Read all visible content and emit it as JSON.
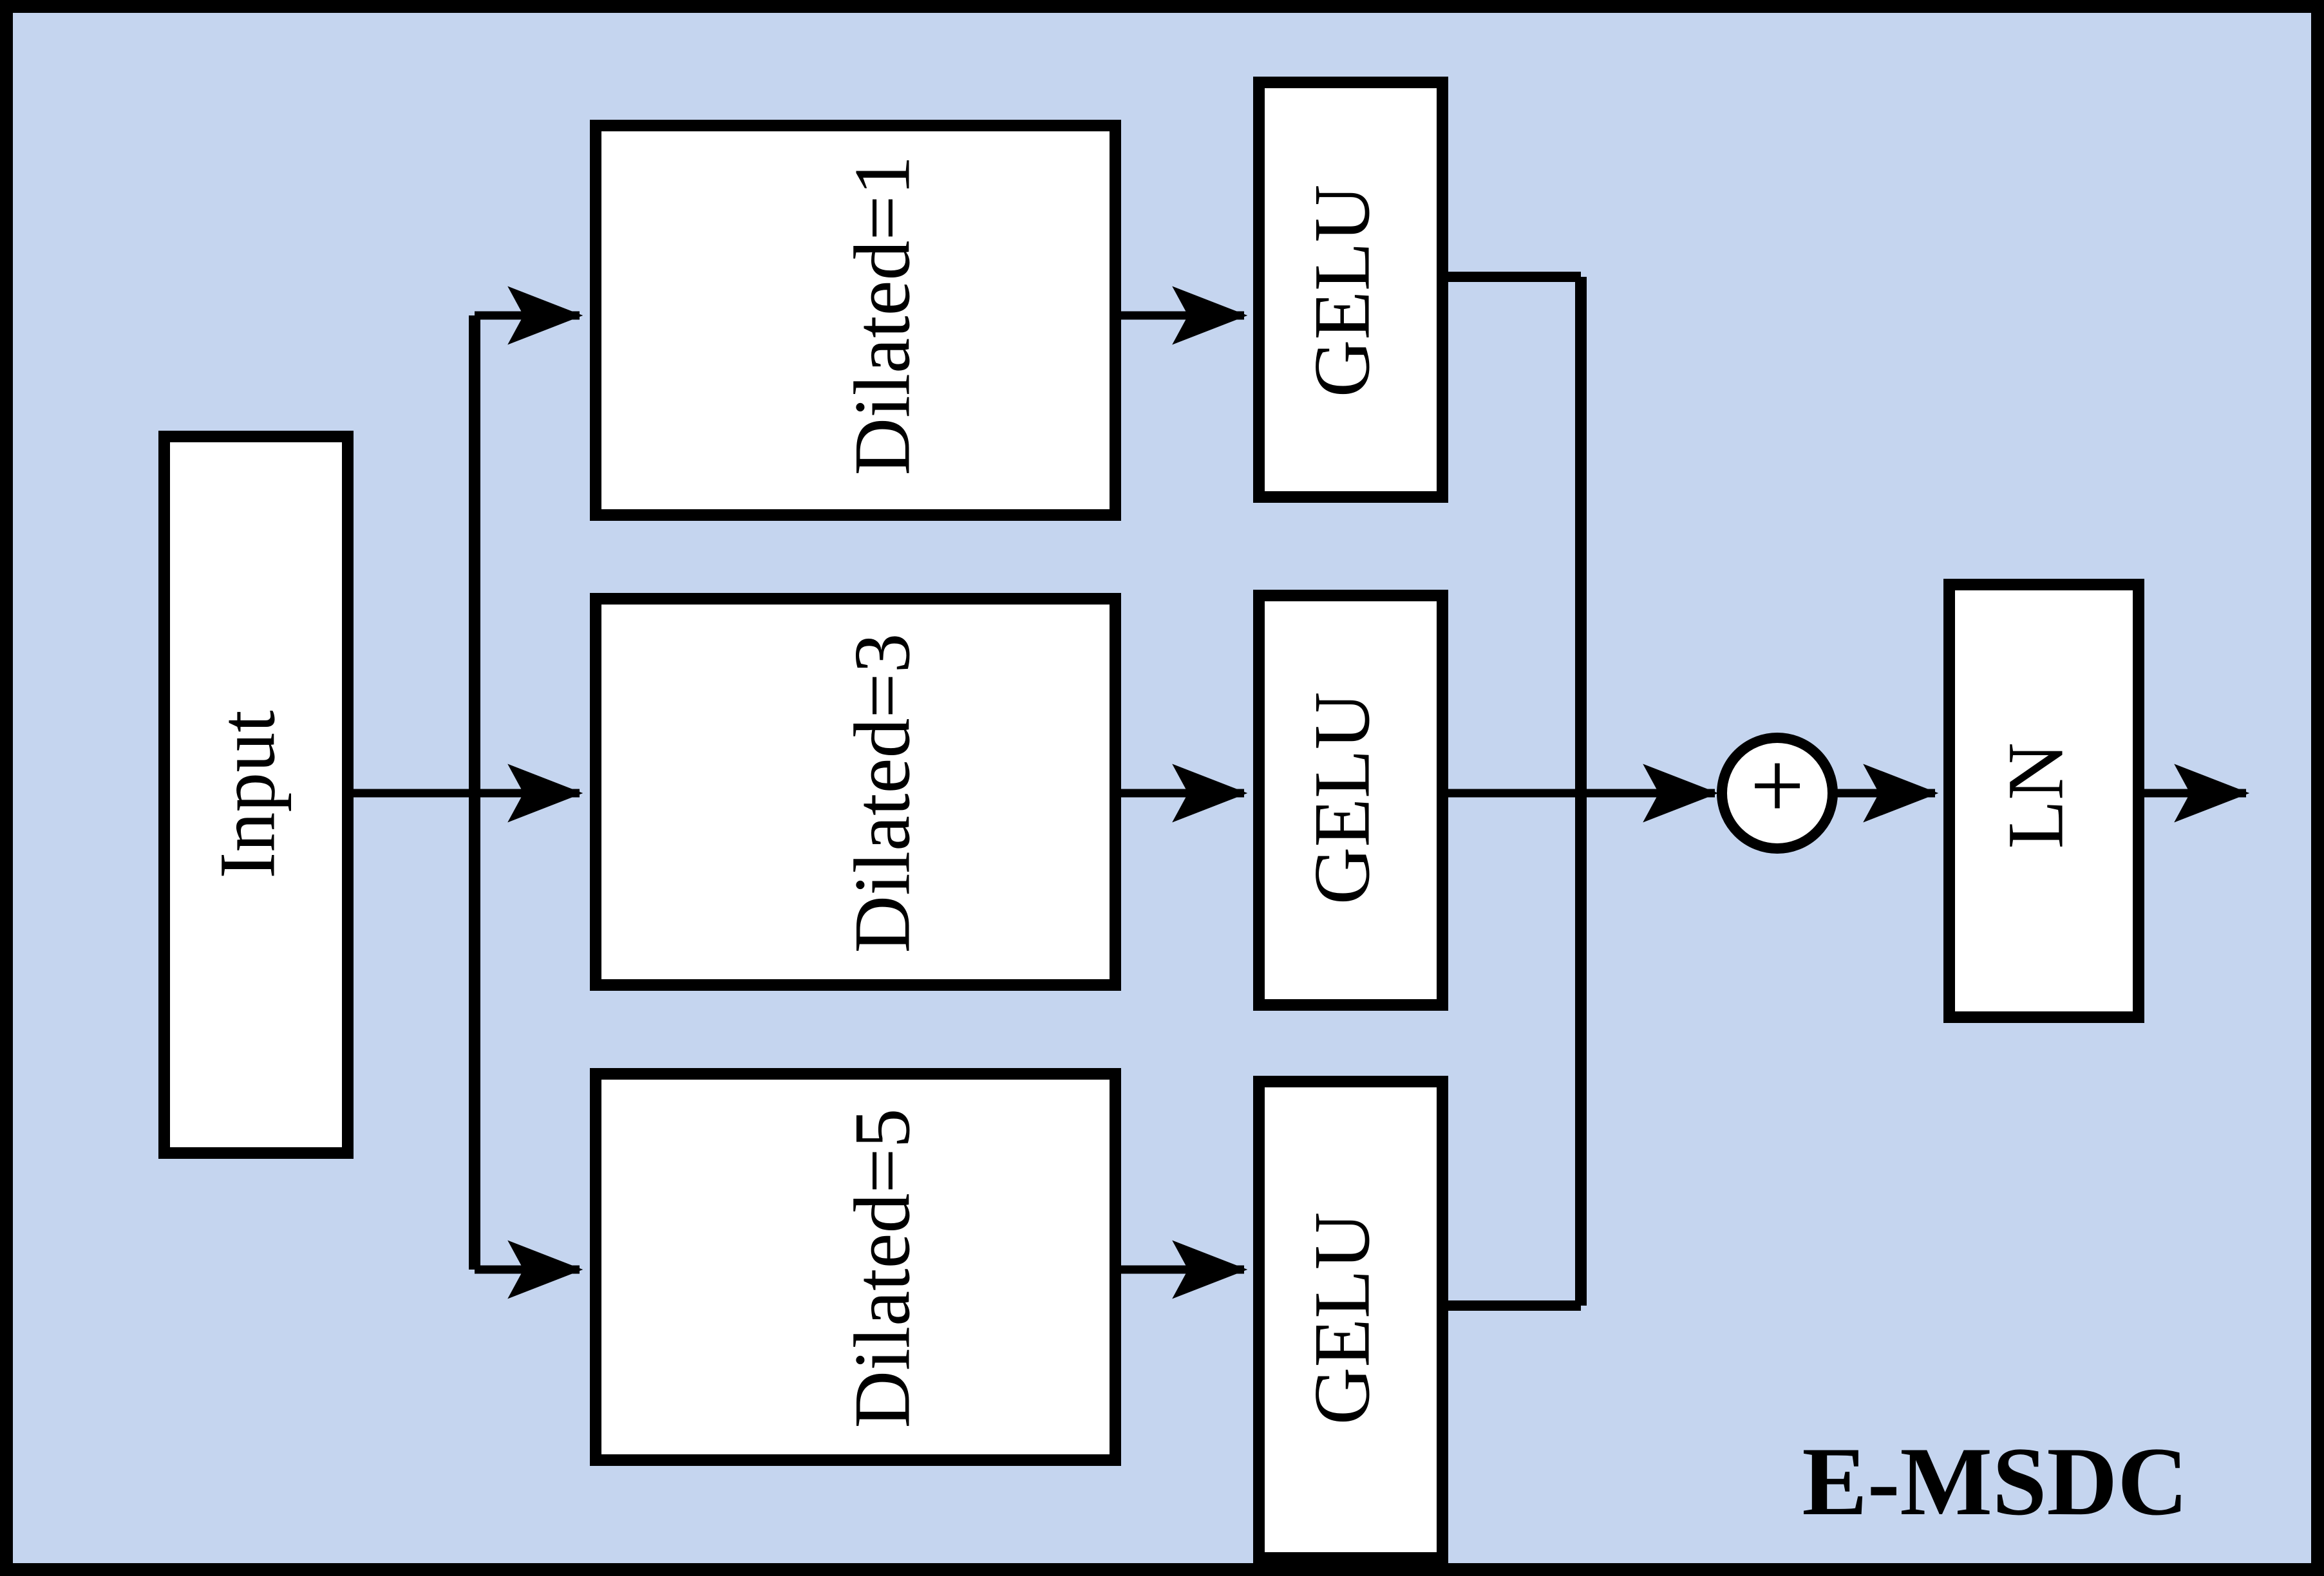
{
  "figure": {
    "caption": "E-MSDC",
    "background_color": "#c5d5ef",
    "border_color": "#000000",
    "box_fill": "#ffffff",
    "stroke_color": "#000000"
  },
  "blocks": {
    "input": {
      "label": "Input",
      "name": "input-block"
    },
    "branches": [
      {
        "conv_label": "Dilated=1",
        "activation_label": "GELU"
      },
      {
        "conv_label": "Dilated=3",
        "activation_label": "GELU"
      },
      {
        "conv_label": "Dilated=5",
        "activation_label": "GELU"
      }
    ],
    "adder": {
      "label": "+",
      "name": "sum-node"
    },
    "norm": {
      "label": "LN",
      "name": "layer-norm-block"
    }
  },
  "connections": {
    "input_to_split": "Input fans out to three dilated convolution branches",
    "branch_to_activation": "Each dilated convolution feeds a GELU activation",
    "activations_to_sum": "All three GELU outputs merge at the element-wise sum",
    "sum_to_norm": "Sum feeds the layer normalization block",
    "norm_to_output": "Layer normalization produces the module output"
  }
}
